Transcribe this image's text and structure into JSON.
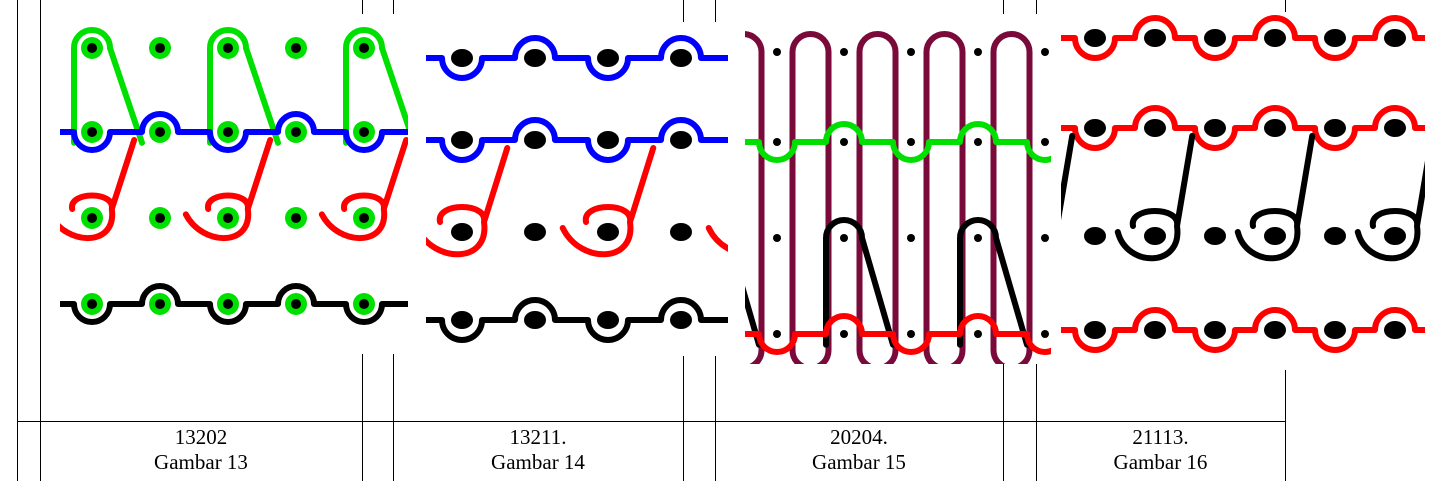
{
  "figures": [
    {
      "id": "gambar-13",
      "code": "13202",
      "label": "Gambar 13",
      "dot_style": "green-ring",
      "rows": [
        {
          "color": "#00e000",
          "pattern": "top-loops",
          "phase": 0
        },
        {
          "color": "#0000ff",
          "pattern": "sinker-wave",
          "phase": 0
        },
        {
          "color": "#ff0000",
          "pattern": "face-loops",
          "phase": 0
        },
        {
          "color": "#000000",
          "pattern": "sinker-wave",
          "phase": 0
        }
      ]
    },
    {
      "id": "gambar-14",
      "code": "13211.",
      "label": "Gambar 14",
      "dot_style": "black",
      "rows": [
        {
          "color": "#0000ff",
          "pattern": "sinker-wave",
          "phase": 0
        },
        {
          "color": "#0000ff",
          "pattern": "sinker-wave",
          "phase": 0
        },
        {
          "color": "#ff0000",
          "pattern": "face-loops",
          "phase": 0
        },
        {
          "color": "#000000",
          "pattern": "sinker-wave",
          "phase": 0
        }
      ]
    },
    {
      "id": "gambar-15",
      "code": "20204.",
      "label": "Gambar 15",
      "dot_style": "small-black",
      "rows": [
        {
          "color": "#7a0a3a",
          "pattern": "long-loops",
          "phase": 0
        },
        {
          "color": "#00e000",
          "pattern": "sinker-wave",
          "phase": 0
        },
        {
          "color": "#000000",
          "pattern": "top-loops",
          "phase": 1
        },
        {
          "color": "#ff0000",
          "pattern": "sinker-wave",
          "phase": 0
        }
      ]
    },
    {
      "id": "gambar-16",
      "code": "21113.",
      "label": "Gambar 16",
      "dot_style": "black",
      "rows": [
        {
          "color": "#ff0000",
          "pattern": "sinker-wave",
          "phase": 0
        },
        {
          "color": "#ff0000",
          "pattern": "sinker-wave",
          "phase": 0
        },
        {
          "color": "#000000",
          "pattern": "face-loops",
          "phase": 1
        },
        {
          "color": "#ff0000",
          "pattern": "sinker-wave",
          "phase": 0
        }
      ]
    }
  ]
}
